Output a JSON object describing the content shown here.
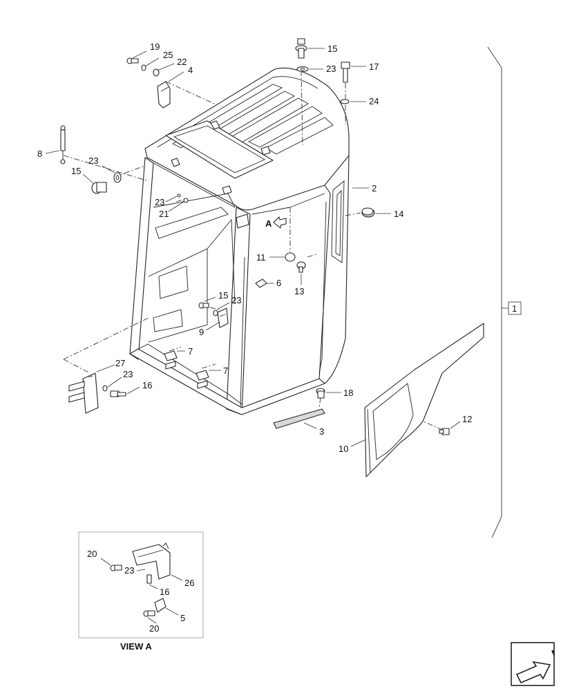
{
  "callouts": [
    "19",
    "25",
    "22",
    "4",
    "15",
    "23",
    "17",
    "24",
    "8",
    "23",
    "15",
    "23",
    "21",
    "2",
    "14",
    "11",
    "6",
    "13",
    "15",
    "23",
    "9",
    "7",
    "7",
    "27",
    "23",
    "16",
    "18",
    "12",
    "3",
    "10",
    "20",
    "23",
    "26",
    "16",
    "5",
    "20"
  ],
  "assembly_ref": "1",
  "view_a_arrow_label": "A",
  "view_a_caption": "VIEW A",
  "nav_icon": "next-page-arrow-icon"
}
